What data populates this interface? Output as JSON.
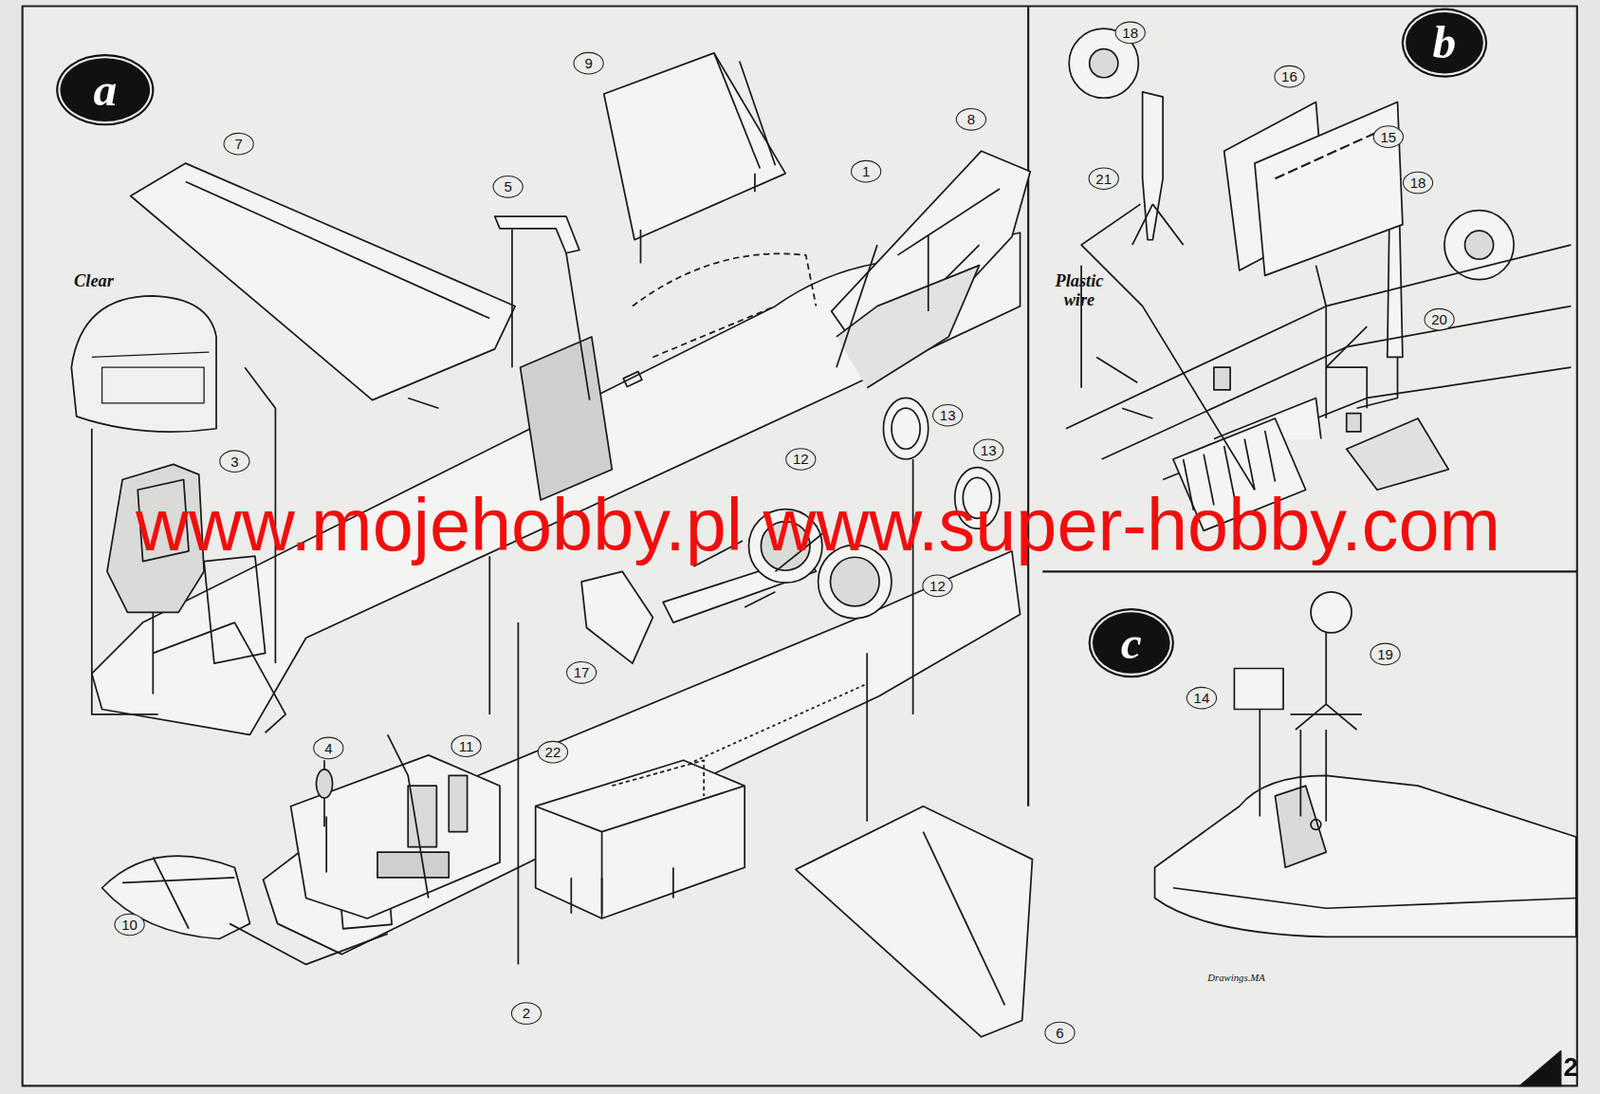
{
  "diagram": {
    "nodes": [
      {
        "text": [
          "a"
        ]
      },
      {
        "text": [
          "b"
        ]
      },
      {
        "text": [
          "c"
        ]
      }
    ],
    "labels": [
      "9",
      "8",
      "1",
      "7",
      "5",
      "Clear",
      "13",
      "13",
      "3",
      "12",
      "12",
      "17",
      "22",
      "4",
      "11",
      "10",
      "2",
      "6",
      "18",
      "16",
      "15",
      "18",
      "21",
      "Plastic wire",
      "20",
      "14",
      "19",
      "Drawings.MA",
      "2",
      "www.mojehobby.pl www.super-hobby.com"
    ]
  }
}
